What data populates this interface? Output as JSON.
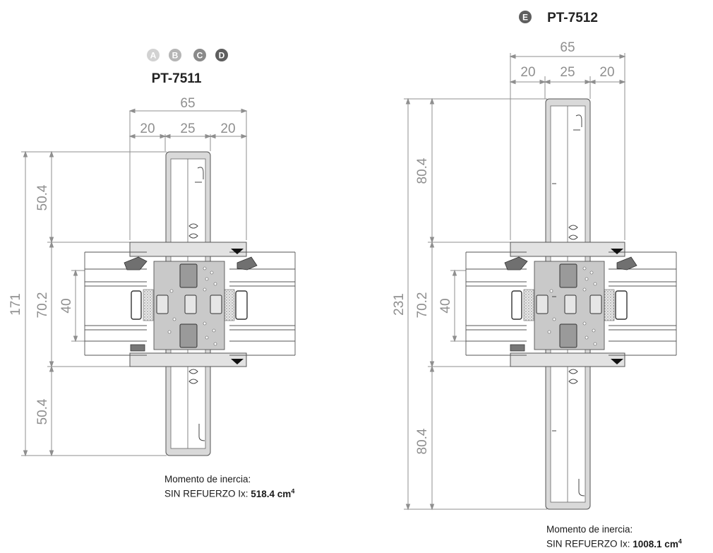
{
  "left": {
    "badges": [
      "A",
      "B",
      "C",
      "D"
    ],
    "badge_colors": [
      "#d2d2d2",
      "#b5b5b5",
      "#8a8a8a",
      "#5e5e5e"
    ],
    "model": "PT-7511",
    "dim_total_width": "65",
    "dim_parts": [
      "20",
      "25",
      "20"
    ],
    "dim_height_total": "171",
    "dim_top": "50.4",
    "dim_mid": "70.2",
    "dim_glass": "40",
    "dim_bottom": "50.4",
    "note_line1": "Momento de inercia:",
    "note_line2_prefix": "SIN REFUERZO Ix: ",
    "note_value": "518.4 cm",
    "note_exp": "4"
  },
  "right": {
    "badge": "E",
    "badge_color": "#5e5e5e",
    "model": "PT-7512",
    "dim_total_width": "65",
    "dim_parts": [
      "20",
      "25",
      "20"
    ],
    "dim_height_total": "231",
    "dim_top": "80.4",
    "dim_mid": "70.2",
    "dim_glass": "40",
    "dim_bottom": "80.4",
    "note_line1": "Momento de inercia:",
    "note_line2_prefix": "SIN REFUERZO Ix: ",
    "note_value": "1008.1 cm",
    "note_exp": "4"
  }
}
